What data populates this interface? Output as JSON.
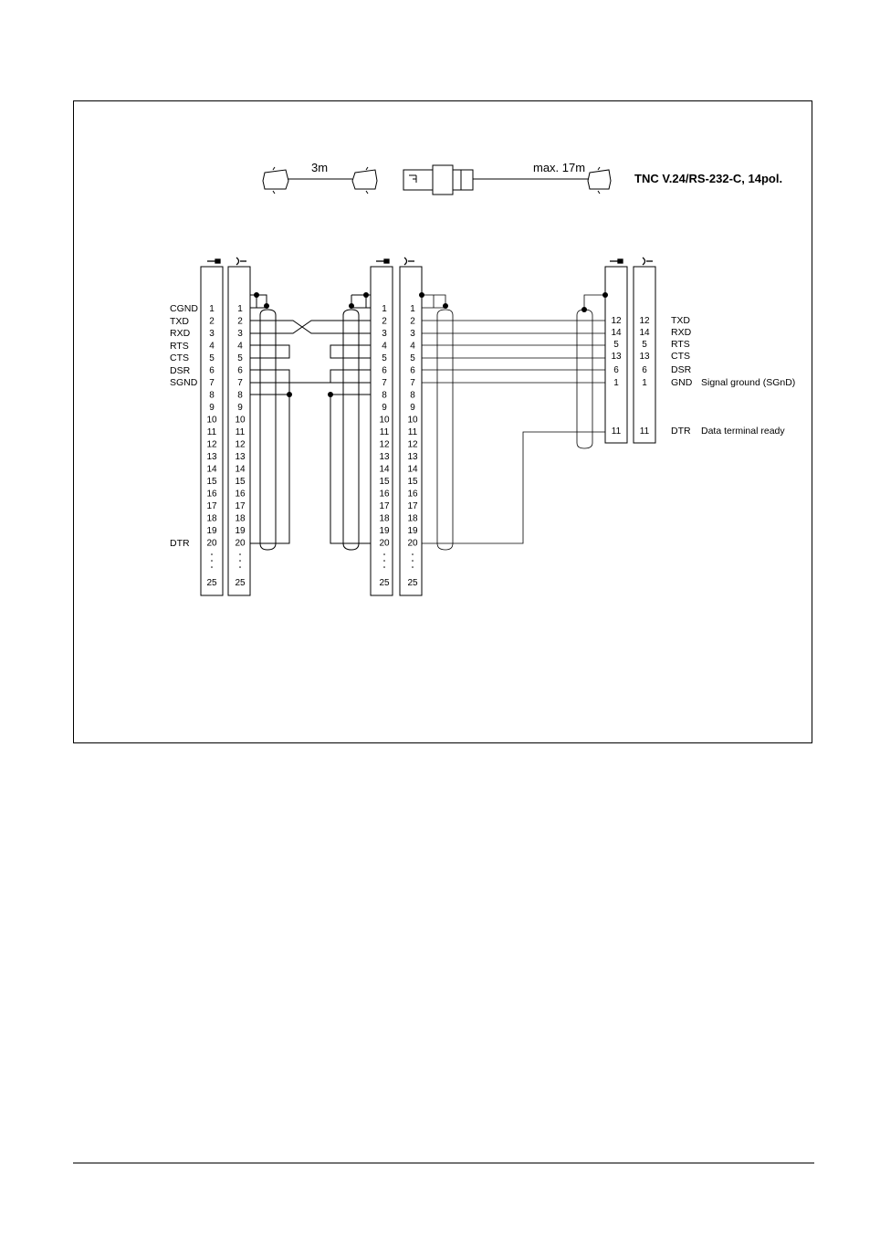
{
  "cable": {
    "length_short": "3m",
    "length_long": "max. 17m",
    "title": "TNC V.24/RS-232-C, 14pol."
  },
  "connectors": {
    "first_pins": [
      "1",
      "2",
      "3",
      "4",
      "5",
      "6",
      "7",
      "8",
      "9",
      "10",
      "11",
      "12",
      "13",
      "14",
      "15",
      "16",
      "17",
      "18",
      "19",
      "20"
    ],
    "last_pin": "25",
    "tnc_pins": [
      "12",
      "14",
      "5",
      "13",
      "6",
      "1",
      "11"
    ]
  },
  "left_signals": [
    "CGND",
    "TXD",
    "RXD",
    "RTS",
    "CTS",
    "DSR",
    "SGND"
  ],
  "left_dtr": "DTR",
  "right_signals": [
    "TXD",
    "RXD",
    "RTS",
    "CTS",
    "DSR",
    "GND"
  ],
  "right_gnd_desc": "Signal ground (SGnD)",
  "right_dtr": "DTR",
  "right_dtr_desc": "Data terminal ready",
  "colors": {
    "line": "#000000",
    "thin_line": "#555555"
  }
}
